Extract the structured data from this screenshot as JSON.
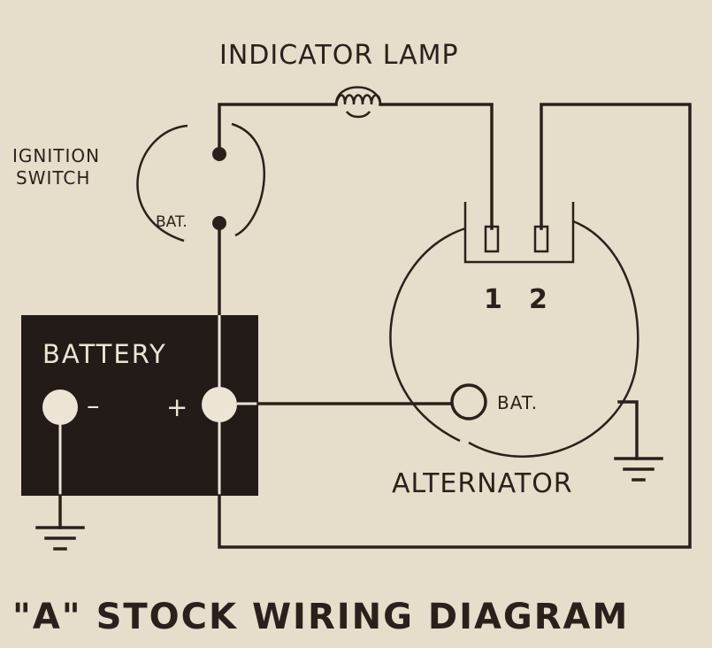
{
  "labels": {
    "indicator_lamp": "INDICATOR LAMP",
    "ignition_line1": "IGNITION",
    "ignition_line2": "SWITCH",
    "switch_bat": "BAT.",
    "battery": "BATTERY",
    "minus": "–",
    "plus": "+",
    "terminal_1": "1",
    "terminal_2": "2",
    "alt_bat": "BAT.",
    "alternator": "ALTERNATOR",
    "title": "\"A\" STOCK WIRING DIAGRAM"
  },
  "colors": {
    "paper": "#e6ddcb",
    "ink": "#2b211c",
    "battery_text": "#ece5d5"
  }
}
